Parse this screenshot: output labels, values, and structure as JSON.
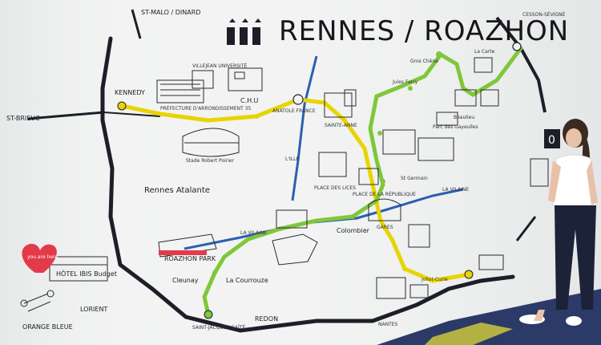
{
  "mural": {
    "title": "RENNES / ROAZHON",
    "colors": {
      "wall": "#f4f5f4",
      "ink": "#1e1e28",
      "metro_a": "#e8d400",
      "metro_b": "#7fc73a",
      "road_blue": "#2b5fb3",
      "accent_red": "#e33a4a",
      "carpet": "#2e3a66"
    },
    "labels": {
      "saint_malo": "ST-MALO / DINARD",
      "saint_brieuc": "ST-BRIEUC",
      "kennedy": "KENNEDY",
      "prefecture": "PRÉFECTURE D'ARRONDISSEMENT 35",
      "villejean": "VILLEJEAN UNIVERSITÉ",
      "chu": "C.H.U",
      "anatole": "ANATOLE FRANCE",
      "rennes_atalante": "Rennes Atalante",
      "roazhon_park": "ROAZHON PARK",
      "hotel": "HÔTEL IBIS Budget",
      "orange_bleue": "ORANGE BLEUE",
      "lorient": "LORIENT",
      "cleunay": "Cleunay",
      "courrouze": "La Courrouze",
      "saint_jacques": "SAINT-JACQUES GAÎTÉ",
      "redon": "REDON",
      "nantes": "NANTES",
      "colombier": "Colombier",
      "gares": "GARES",
      "vilaine": "LA VILAINE",
      "place_lices": "PLACE DES LICES",
      "republique": "PLACE DE LA RÉPUBLIQUE",
      "sainte_anne": "SAINTE-ANNE",
      "la_vilaine_2": "LA VILAINE",
      "gros_chene": "Gros Chêne",
      "jules_ferry": "Jules Ferry",
      "cesson": "CESSON-SÉVIGNÉ",
      "sillon": "St Germain",
      "ille": "L'ILLE",
      "stade_robert": "Stade Robert Poirier",
      "gayeulles": "Parc des Gayeulles",
      "la_carte": "La Carte",
      "beaulieu": "Beaulieu",
      "joliot": "Joliot-Curie",
      "station_o": "0"
    },
    "heart_text": "you are here"
  }
}
